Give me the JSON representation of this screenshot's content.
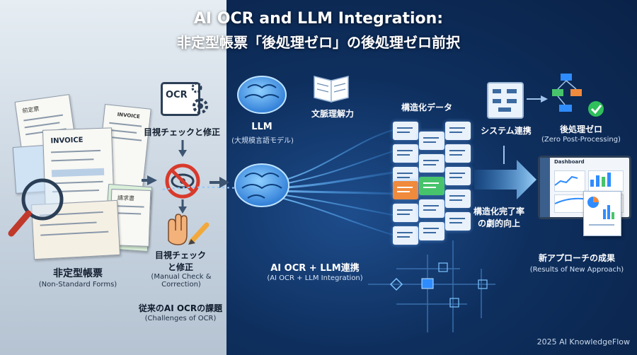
{
  "title_line1": "AI OCR and LLM Integration:",
  "title_line2": "非定型帳票「後処理ゼロ」の後処理ゼロ前択",
  "left": {
    "forms_label": "非定型帳票",
    "forms_sub": "(Non-Standard Forms)",
    "invoice_word": "INVOICE",
    "invoice_word2": "INVOICE",
    "doc_word1": "前定票",
    "doc_word2": "請求書",
    "ocr_text": "OCR",
    "check_label_top": "目視チェックと修正",
    "check_label_mid": "目視チェック\nと修正",
    "check_sub": "(Manual Check &\nCorrection)",
    "challenges_label": "従来のAI OCRの課題",
    "challenges_sub": "(Challenges of OCR)"
  },
  "center": {
    "llm_label": "LLM",
    "llm_sub": "(大規模言語モデル)",
    "context_label": "文脈理解力",
    "integration_label": "AI OCR + LLM連携",
    "integration_sub": "(AI OCR + LLM Integration)",
    "structured_label": "構造化データ"
  },
  "right": {
    "system_label": "システム連携",
    "zero_label": "後処理ゼロ",
    "zero_sub": "(Zero Post-Processing)",
    "rate_label": "構造化完了率\nの劇的向上",
    "dashboard_word": "Dashboard",
    "results_label": "新アプローチの成果",
    "results_sub": "(Results of New Approach)",
    "footer": "2025 AI KnowledgeFlow"
  },
  "colors": {
    "accent_blue": "#4aa8ff",
    "forbid_red": "#d83a2c",
    "check_green": "#2fbf5b",
    "highlight_orange": "#f08a3c",
    "highlight_green": "#47c46b"
  },
  "icons": [
    "ocr-gear-icon",
    "no-eye-icon",
    "hand-icon",
    "pencil-icon",
    "brain-icon",
    "book-icon",
    "flowchart-icon",
    "checkmark-icon",
    "magnifier-icon"
  ]
}
